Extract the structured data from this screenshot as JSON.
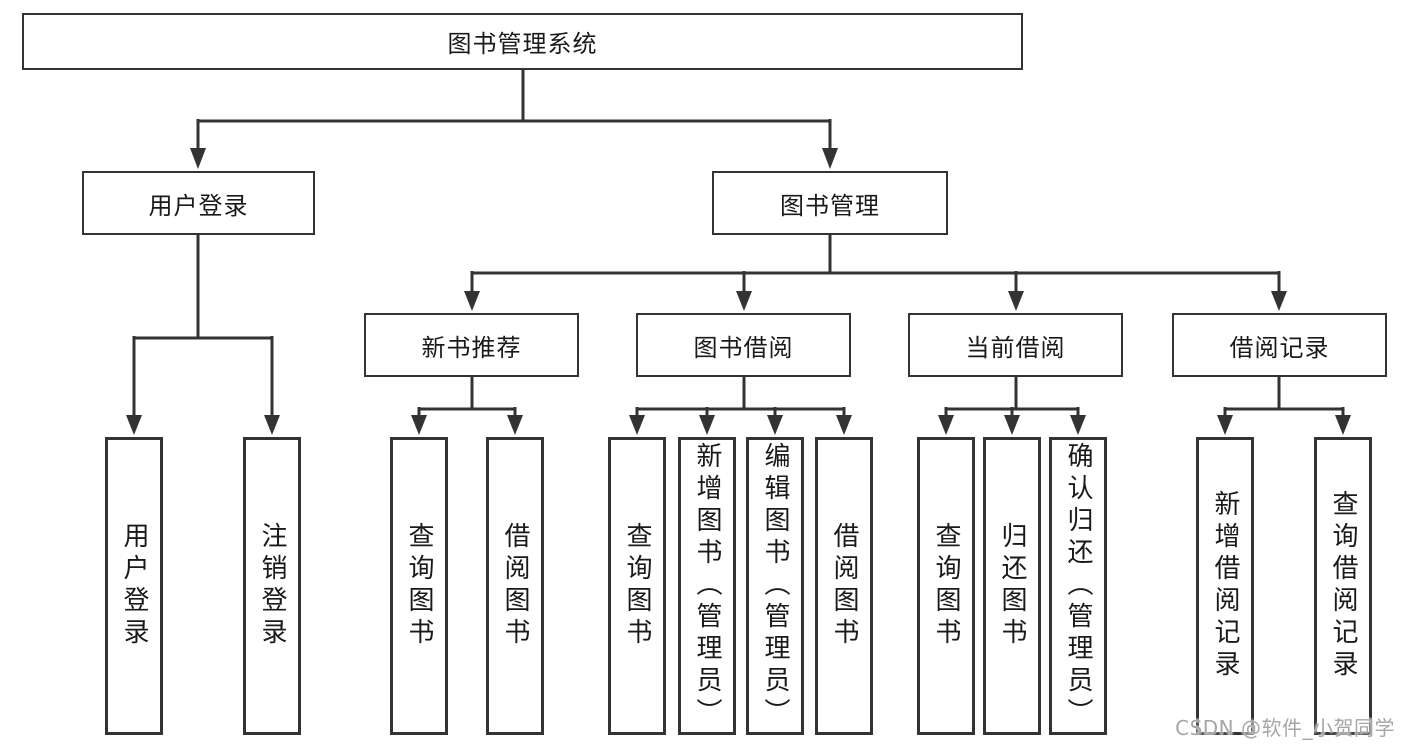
{
  "diagram": {
    "root": "图书管理系统",
    "branches": [
      {
        "label": "用户登录",
        "leaves": [
          "用户登录",
          "注销登录"
        ]
      },
      {
        "label": "图书管理",
        "groups": [
          {
            "label": "新书推荐",
            "leaves": [
              "查询图书",
              "借阅图书"
            ]
          },
          {
            "label": "图书借阅",
            "leaves": [
              "查询图书",
              "新增图书（管理员）",
              "编辑图书（管理员）",
              "借阅图书"
            ]
          },
          {
            "label": "当前借阅",
            "leaves": [
              "查询图书",
              "归还图书",
              "确认归还（管理员）"
            ]
          },
          {
            "label": "借阅记录",
            "leaves": [
              "新增借阅记录",
              "查询借阅记录"
            ]
          }
        ]
      }
    ]
  },
  "watermark": "CSDN @软件_小贺同学",
  "colors": {
    "line": "#333333",
    "box_border": "#333333",
    "text": "#1a1a1a",
    "watermark": "#a6a6a6",
    "background": "#ffffff"
  }
}
